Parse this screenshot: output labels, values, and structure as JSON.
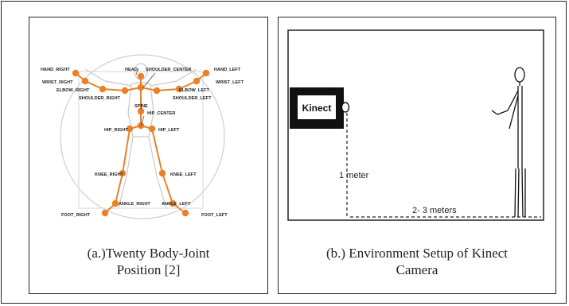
{
  "panel_a": {
    "caption_line1": "(a.)Twenty Body-Joint",
    "caption_line2": "Position [2]",
    "joint_labels": {
      "head": "HEAD",
      "shoulder_center": "SHOULDER_CENTER",
      "hand_right": "HAND_RIGHT",
      "hand_left": "HAND_LEFT",
      "wrist_right": "WRIST_RIGHT",
      "wrist_left": "WRIST_LEFT",
      "elbow_right": "ELBOW_RIGHT",
      "elbow_left": "ELBOW_LEFT",
      "shoulder_right": "SHOULDER_RIGHT",
      "shoulder_left": "SHOULDER_LEFT",
      "spine": "SPINE",
      "hip_center": "HIP_CENTER",
      "hip_right": "HIP_RIGHT",
      "hip_left": "HIP_LEFT",
      "knee_right": "KNEE_RIGHT",
      "knee_left": "KNEE_LEFT",
      "ankle_right": "ANKLE_RIGHT",
      "ankle_left": "ANKLE_LEFT",
      "foot_right": "FOOT_RIGHT",
      "foot_left": "FOOT_LEFT"
    }
  },
  "panel_b": {
    "caption_line1": "(b.) Environment Setup of Kinect",
    "caption_line2": "Camera",
    "kinect_label": "Kinect",
    "height_label": "1 meter",
    "distance_label": "2- 3 meters"
  },
  "colors": {
    "joint": "#e8822a",
    "bone": "#e8822a",
    "line": "#222222"
  }
}
